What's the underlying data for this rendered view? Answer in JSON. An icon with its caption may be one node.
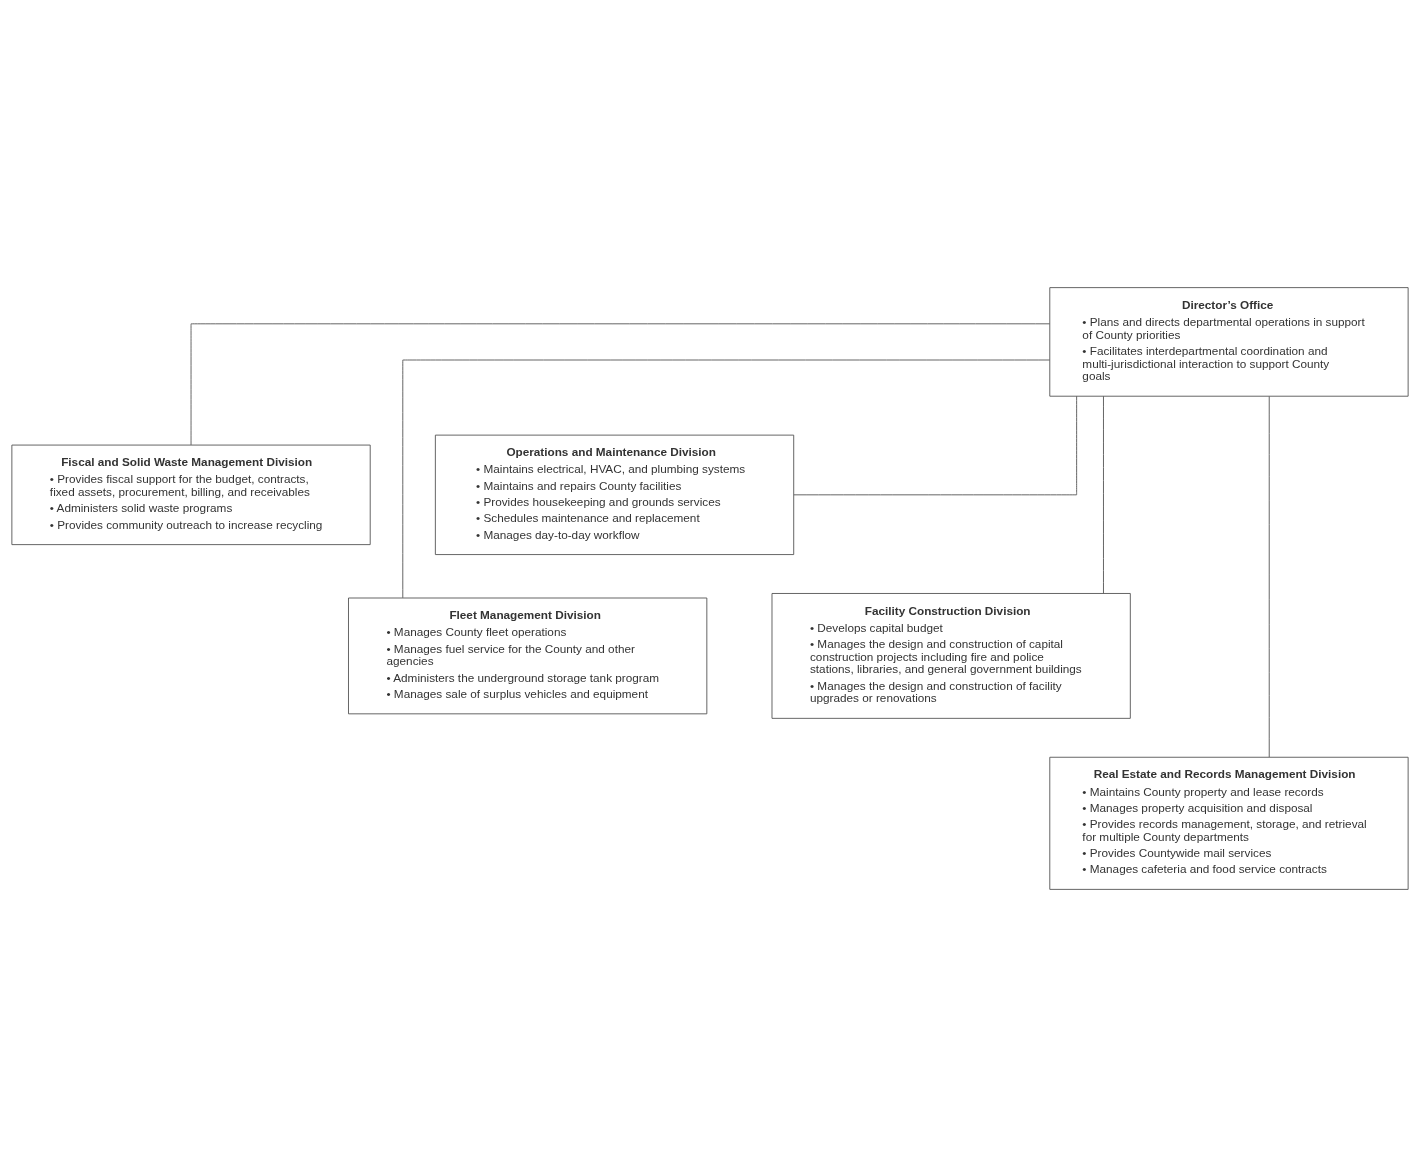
{
  "diagram": {
    "nodes": [
      {
        "text": [
          "Director’s Office",
          "• Plans and directs departmental operations in support of County priorities",
          "• Facilitates interdepartmental coordination and multi-jurisdictional interaction to support County goals"
        ]
      },
      {
        "text": [
          "Fiscal and Solid Waste Management Division",
          "• Provides fiscal support for the budget, contracts, fixed assets, procurement, billing, and receivables",
          "• Administers solid waste programs",
          "• Provides community outreach to increase recycling"
        ]
      },
      {
        "text": [
          "Operations and Maintenance Division",
          "• Maintains electrical, HVAC, and plumbing systems",
          "• Maintains and repairs County facilities",
          "• Provides housekeeping and grounds services",
          "• Schedules maintenance and replacement",
          "• Manages day-to-day workflow"
        ]
      },
      {
        "text": [
          "Fleet Management Division",
          "• Manages County fleet operations",
          "• Manages fuel service for the County and other agencies",
          "• Administers the underground storage tank program",
          "• Manages sale of surplus vehicles and equipment"
        ]
      },
      {
        "text": [
          "Facility Construction Division",
          "• Develops capital budget",
          "• Manages the design and construction of capital construction projects including fire and police stations, libraries, and general government buildings",
          "• Manages the design and construction of facility upgrades or renovations"
        ]
      },
      {
        "text": [
          "Real Estate and Records Management Division",
          "• Maintains County property and lease records",
          "• Manages property acquisition and disposal",
          "• Provides records management, storage, and retrieval for multiple County departments",
          "• Provides Countywide mail services",
          "• Manages cafeteria and food service contracts"
        ]
      }
    ],
    "edges": [
      {
        "from": 0,
        "to": 1,
        "arrow": "none"
      },
      {
        "from": 0,
        "to": 2,
        "arrow": "none"
      },
      {
        "from": 0,
        "to": 3,
        "arrow": "none"
      },
      {
        "from": 0,
        "to": 4,
        "arrow": "none"
      },
      {
        "from": 0,
        "to": 5,
        "arrow": "none"
      }
    ]
  }
}
